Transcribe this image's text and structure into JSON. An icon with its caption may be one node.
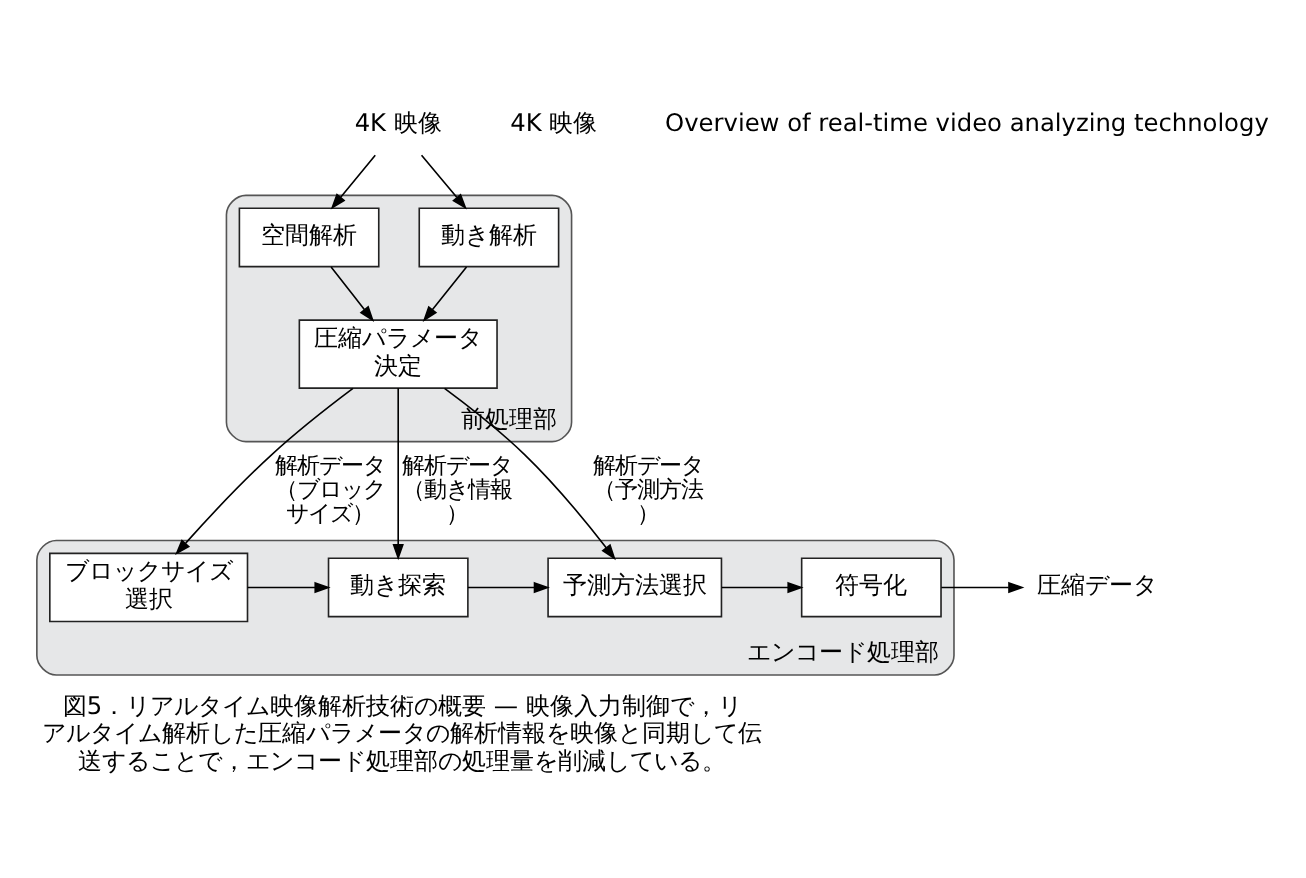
{
  "diagram": {
    "caption": "図5．リアルタイム映像解析技術の概要 — 映像入力制御で，リアルタイム解析した圧縮パラメータの解析情報を映像と同期して伝送することで，エンコード処理部の処理量を削減している。",
    "nodes": [
      {
        "text": [
          "前処理部"
        ]
      },
      {
        "text": [
          "4K 映像"
        ]
      },
      {
        "text": [
          "空間解析"
        ],
        "in": 0
      },
      {
        "text": [
          "動き解析"
        ],
        "in": 0
      },
      {
        "text": [
          "圧縮パラメータ決定"
        ],
        "in": 0
      },
      {
        "text": [
          "エンコード処理部"
        ]
      },
      {
        "text": [
          "ブロックサイズ選択"
        ],
        "in": 5
      },
      {
        "text": [
          "動き探索"
        ],
        "in": 5
      },
      {
        "text": [
          "予測方法選択"
        ],
        "in": 5
      },
      {
        "text": [
          "符号化"
        ],
        "in": 5
      },
      {
        "text": [
          "圧縮データ"
        ]
      }
    ],
    "edges": [
      {
        "from": 1,
        "to": 2,
        "arrow": "to"
      },
      {
        "from": 1,
        "to": 3,
        "arrow": "to"
      },
      {
        "from": 2,
        "to": 4,
        "arrow": "to"
      },
      {
        "from": 3,
        "to": 4,
        "arrow": "to"
      },
      {
        "from": 4,
        "to": 6,
        "arrow": "to",
        "label": "解析データ（ブロックサイズ）"
      },
      {
        "from": 4,
        "to": 7,
        "arrow": "to",
        "label": "解析データ（動き情報）"
      },
      {
        "from": 4,
        "to": 8,
        "arrow": "to",
        "label": "解析データ（予測方法）"
      },
      {
        "from": 6,
        "to": 7,
        "arrow": "to"
      },
      {
        "from": 7,
        "to": 8,
        "arrow": "to"
      },
      {
        "from": 8,
        "to": 9,
        "arrow": "to"
      },
      {
        "from": 9,
        "to": 10,
        "arrow": "to"
      }
    ],
    "labels": [
      "4K 映像",
      "Overview of real-time video analyzing technology"
    ]
  }
}
